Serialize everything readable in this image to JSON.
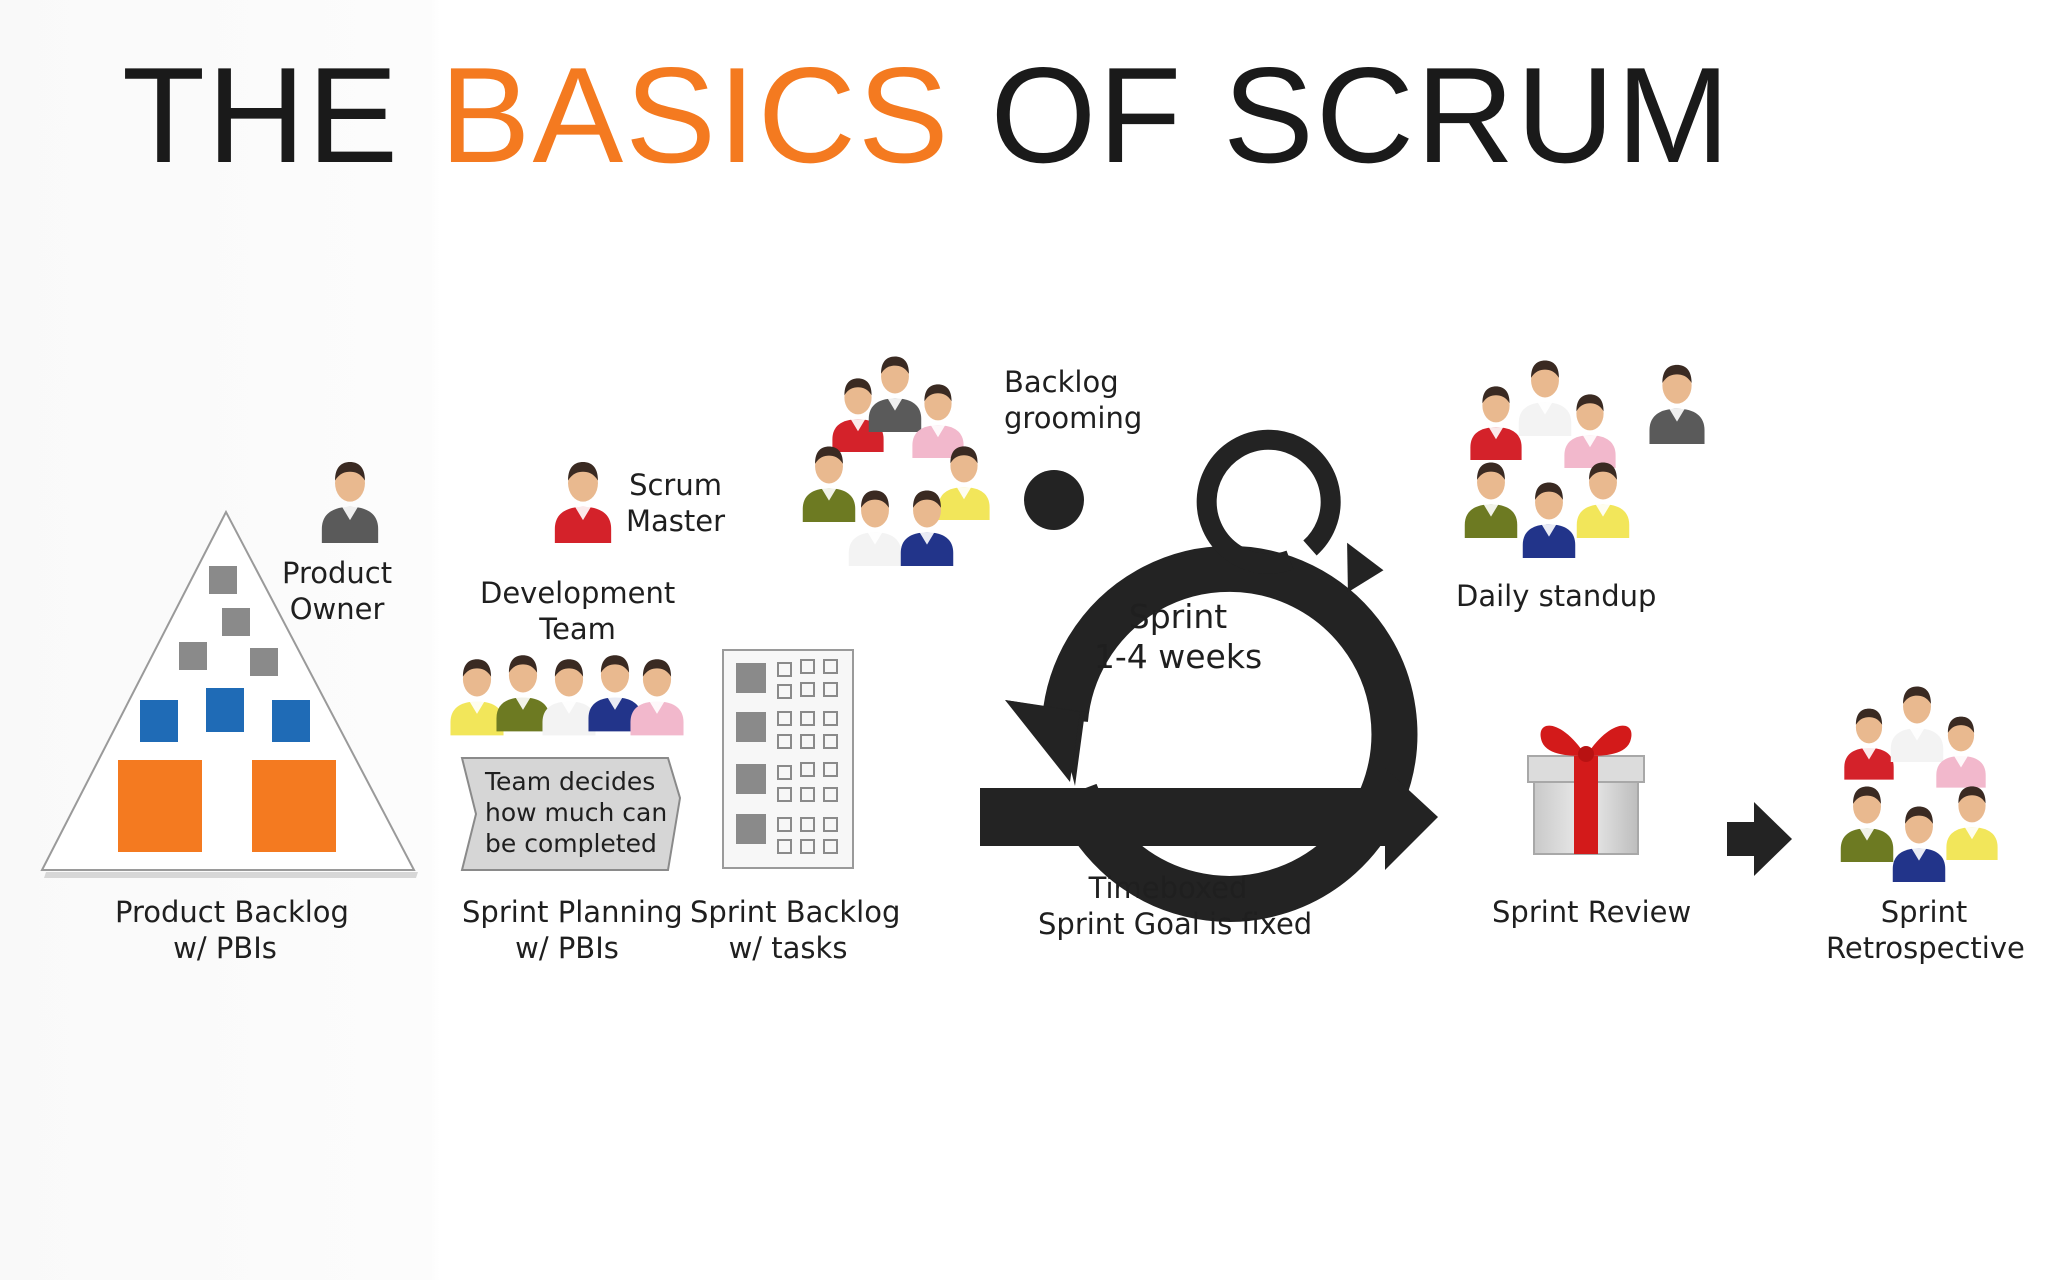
{
  "title": {
    "part1": "THE",
    "part2": "BASICS",
    "part3": "OF SCRUM"
  },
  "colors": {
    "accent": "#f47a20",
    "item_blue": "#1f6bb6",
    "item_gray": "#8a8a8a",
    "cycle": "#232323"
  },
  "roles": {
    "product_owner": [
      "Product",
      "Owner"
    ],
    "scrum_master": [
      "Scrum",
      "Master"
    ],
    "development_team": [
      "Development",
      "Team"
    ]
  },
  "note": {
    "lines": [
      "Team decides",
      "how much can",
      "be completed"
    ]
  },
  "sprint": {
    "line1": "Sprint",
    "line2": "1-4 weeks"
  },
  "events": {
    "backlog_grooming": [
      "Backlog",
      "grooming"
    ],
    "daily_standup": "Daily standup",
    "timeboxed": [
      "Timeboxed",
      "Sprint Goal is fixed"
    ]
  },
  "captions": {
    "product_backlog": [
      "Product Backlog",
      "w/ PBIs"
    ],
    "sprint_planning": [
      "Sprint Planning",
      "w/ PBIs"
    ],
    "sprint_backlog": [
      "Sprint Backlog",
      "w/ tasks"
    ],
    "sprint_review": "Sprint Review",
    "sprint_retrospective": [
      "Sprint",
      "Retrospective"
    ]
  },
  "icons": {
    "person": "person-icon",
    "gift": "gift-icon",
    "arrow": "arrow-right-icon",
    "cycle": "sprint-cycle-icon",
    "board": "task-board-icon",
    "pyramid": "backlog-pyramid-icon"
  }
}
